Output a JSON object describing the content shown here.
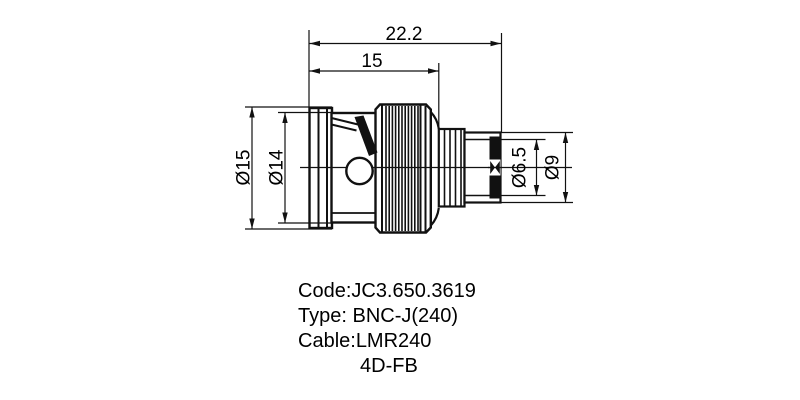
{
  "page": {
    "background": "#ffffff",
    "line_color": "#111111"
  },
  "drawing": {
    "dimensions": {
      "overall_length": "22.2",
      "front_length": "15",
      "front_diameter": "Ø15",
      "body_diameter": "Ø14",
      "bore_diameter": "Ø6.5",
      "tail_diameter": "Ø9"
    },
    "notes": [
      {
        "label": "Code:JC3.650.3619"
      },
      {
        "label": "Type: BNC-J(240)"
      },
      {
        "label": "Cable:LMR240"
      },
      {
        "label": "4D-FB"
      }
    ]
  }
}
